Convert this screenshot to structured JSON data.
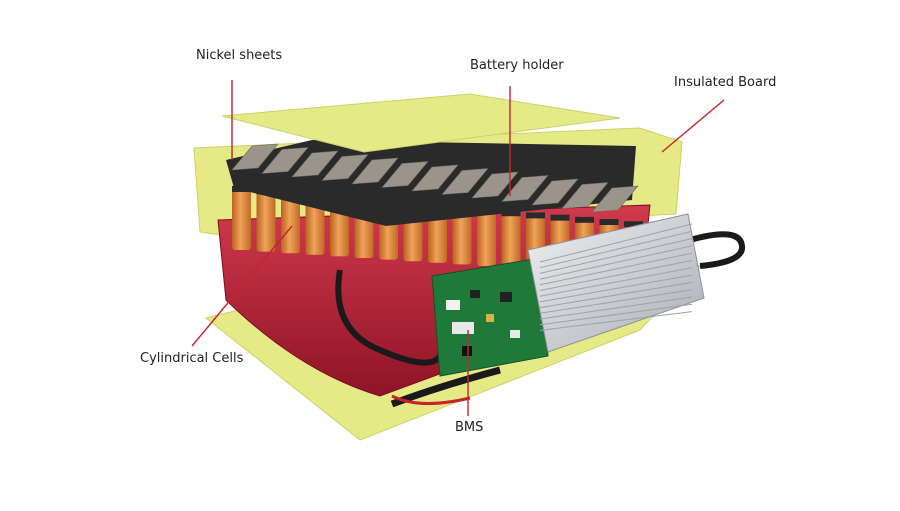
{
  "labels": {
    "nickel_sheets": "Nickel sheets",
    "battery_holder": "Battery holder",
    "insulated_board": "Insulated Board",
    "cylindrical_cells": "Cylindrical Cells",
    "bms": "BMS"
  },
  "colors": {
    "background": "#ffffff",
    "insulated_board": "#e6ea86",
    "cell_wrap": "#e08a3a",
    "nickel": "#9b948a",
    "holder": "#2a2a2a",
    "tray": "#b01f33",
    "pcb": "#1f7a3a",
    "heatsink": "#c9ccd1",
    "leader_line": "#c0262e"
  }
}
